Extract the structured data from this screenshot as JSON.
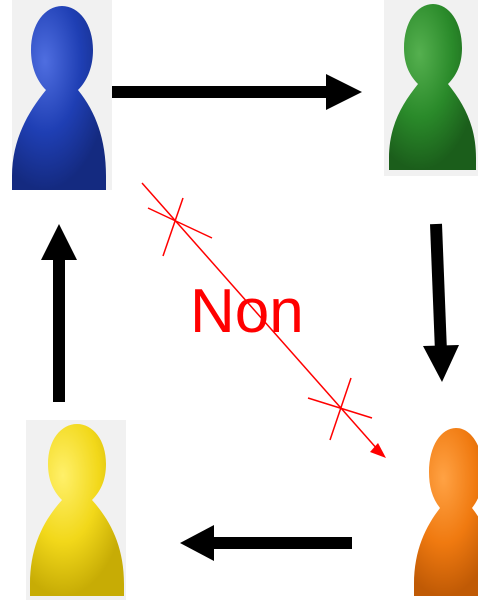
{
  "pieces": [
    {
      "id": "blue",
      "color": "#1f3fb4",
      "shade": "#142a80",
      "light": "#4f6ee0"
    },
    {
      "id": "green",
      "color": "#2a8a2a",
      "shade": "#1b5e1b",
      "light": "#55b04f"
    },
    {
      "id": "orange",
      "color": "#f07a10",
      "shade": "#c05a05",
      "light": "#ffa244"
    },
    {
      "id": "yellow",
      "color": "#f2d81a",
      "shade": "#c7ac05",
      "light": "#fff06a"
    }
  ],
  "arrows": [
    {
      "from": "blue",
      "to": "green",
      "color": "#000000"
    },
    {
      "from": "green",
      "to": "orange",
      "color": "#000000"
    },
    {
      "from": "orange",
      "to": "yellow",
      "color": "#000000"
    },
    {
      "from": "yellow",
      "to": "blue",
      "color": "#000000"
    }
  ],
  "forbidden": {
    "from": "blue",
    "to": "orange",
    "label": "Non",
    "color": "#ff0000"
  }
}
